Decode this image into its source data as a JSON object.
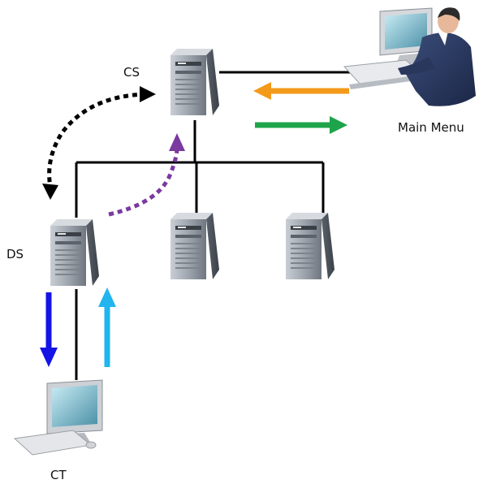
{
  "labels": {
    "cs": "CS",
    "ds": "DS",
    "ct": "CT",
    "main_menu": "Main Menu"
  },
  "colors": {
    "orange_arrow": "#f39a1a",
    "green_arrow": "#1ea44a",
    "purple_arrow": "#7a3aa0",
    "blue_arrow": "#1414e6",
    "cyan_arrow": "#22b4ee",
    "black_arrow": "#000000",
    "line": "#000000"
  },
  "icons": {
    "servers": [
      "cs-server-icon",
      "server-2-icon",
      "server-3-icon",
      "ds-server-icon"
    ],
    "client": "ct-computer-icon",
    "operator": "main-menu-user-icon"
  }
}
